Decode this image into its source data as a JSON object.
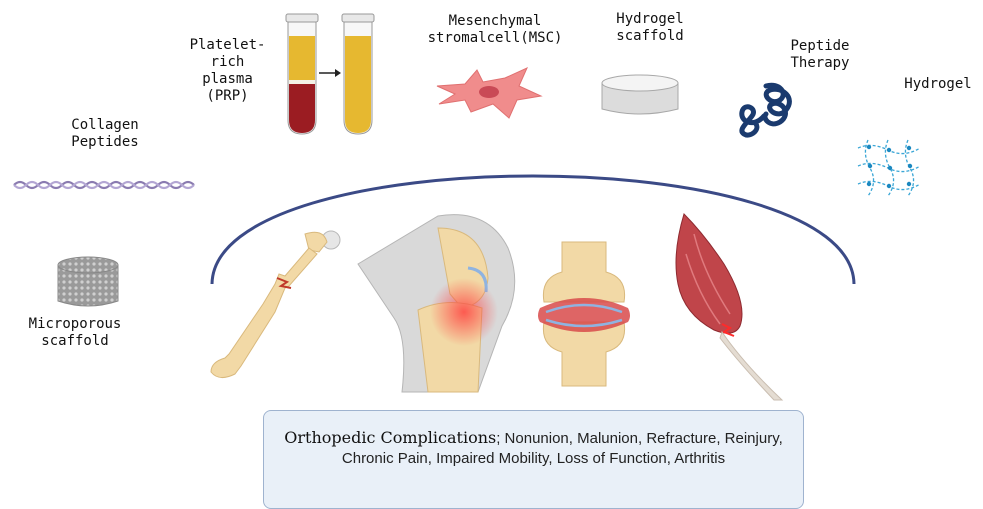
{
  "labels": {
    "collagen": "Collagen\nPeptides",
    "prp": "Platelet-\nrich\nplasma\n(PRP)",
    "msc": "Mesenchymal\nstromalcell(MSC)",
    "hydrogel_scaffold": "Hydrogel\nscaffold",
    "peptide": "Peptide\nTherapy",
    "hydrogel": "Hydrogel",
    "microporous": "Microporous\nscaffold"
  },
  "complications": {
    "lead": "Orthopedic Complications",
    "rest": "; Nonunion, Malunion, Refracture, Reinjury, Chronic Pain, Impaired Mobility, Loss of Function, Arthritis"
  },
  "colors": {
    "arc": "#3b4a86",
    "box_fill": "#e9f0f8",
    "prp_red": "#9b1c22",
    "prp_yellow": "#e6b830",
    "msc_pink": "#f08c8c",
    "peptide_navy": "#1a3a6e",
    "hydrogel_blue": "#3aa6d6",
    "bone": "#f2d9a6",
    "muscle": "#c0454a"
  },
  "icons": [
    "collagen-fiber-icon",
    "test-tube-icon",
    "arrow-right-icon",
    "msc-cell-icon",
    "hydrogel-scaffold-icon",
    "peptide-coil-icon",
    "hydrogel-mesh-icon",
    "microporous-scaffold-icon",
    "fractured-femur-icon",
    "knee-joint-icon",
    "arthritic-joint-icon",
    "torn-muscle-icon"
  ]
}
